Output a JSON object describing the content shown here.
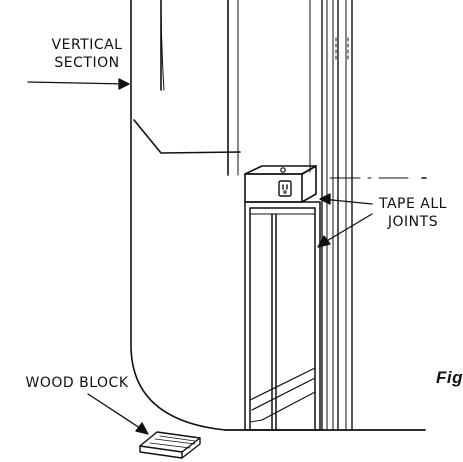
{
  "labels": {
    "vertical_section": [
      "VERTICAL",
      "SECTION"
    ],
    "tape_all_joints": [
      "TAPE ALL",
      "JOINTS"
    ],
    "wood_block": "WOOD BLOCK",
    "figure_caption": "Fig"
  },
  "colors": {
    "ink": "#111111",
    "paper": "#ffffff"
  }
}
